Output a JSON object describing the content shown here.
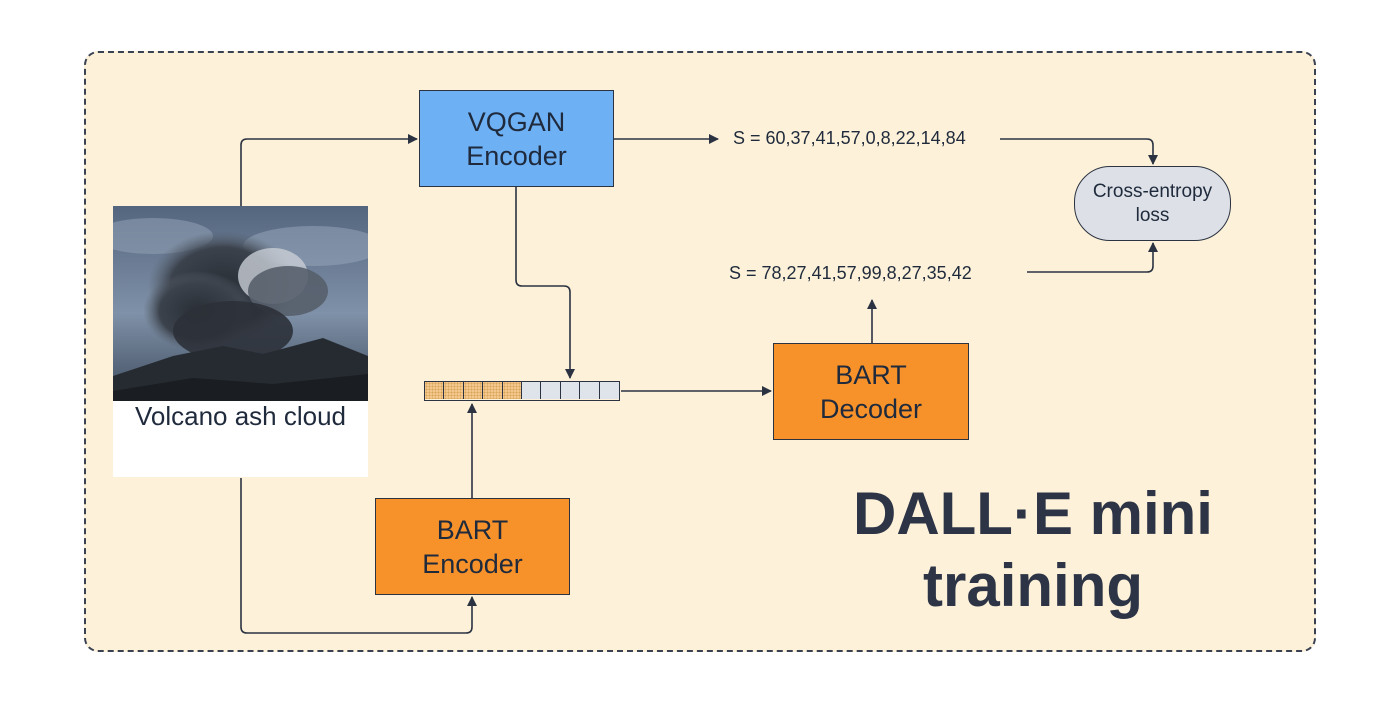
{
  "title": {
    "line1": "DALL·E mini",
    "line2": "training"
  },
  "blocks": {
    "vqgan_encoder": {
      "line1": "VQGAN",
      "line2": "Encoder",
      "color": "#6eb0f4"
    },
    "bart_decoder": {
      "line1": "BART",
      "line2": "Decoder",
      "color": "#f7922b"
    },
    "bart_encoder": {
      "line1": "BART",
      "line2": "Encoder",
      "color": "#f7922b"
    },
    "loss": {
      "line1": "Cross-entropy",
      "line2": "loss",
      "color": "#dde1e7"
    }
  },
  "sequences": {
    "target": "S = 60,37,41,57,0,8,22,14,84",
    "predicted": "S = 78,27,41,57,99,8,27,35,42"
  },
  "input": {
    "caption": "Volcano ash cloud",
    "image": "volcano-eruption-photo"
  },
  "token_strip": {
    "text_tokens": 5,
    "image_tokens": 5,
    "text_color": "#f4c88d",
    "image_color": "#dfe3ea"
  },
  "colors": {
    "background": "#fdf2d9",
    "stroke": "#2b3241"
  }
}
